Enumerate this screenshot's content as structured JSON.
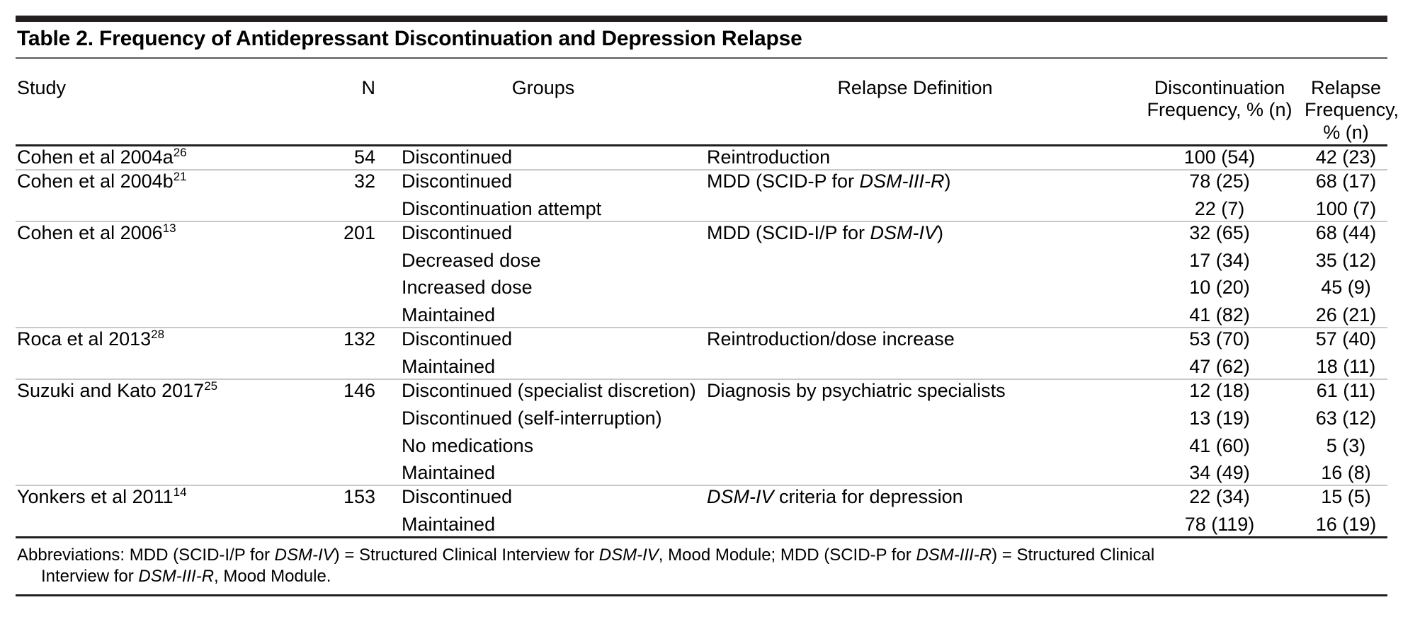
{
  "table": {
    "title": "Table 2. Frequency of Antidepressant Discontinuation and Depression Relapse",
    "columns": {
      "study": "Study",
      "n": "N",
      "groups": "Groups",
      "relapse_definition": "Relapse Definition",
      "discontinuation_frequency_line1": "Discontinuation",
      "discontinuation_frequency_line2": "Frequency, % (n)",
      "relapse_frequency_line1": "Relapse",
      "relapse_frequency_line2": "Frequency, % (n)"
    },
    "rows": [
      {
        "study": "Cohen et al 2004a",
        "study_ref": "26",
        "n": "54",
        "groups": [
          "Discontinued"
        ],
        "relapse_definition": "Reintroduction",
        "relapse_definition_italic": "",
        "relapse_definition_tail": "",
        "discontinuation_frequency": [
          "100 (54)"
        ],
        "relapse_frequency": [
          "42 (23)"
        ]
      },
      {
        "study": "Cohen et al 2004b",
        "study_ref": "21",
        "n": "32",
        "groups": [
          "Discontinued",
          "Discontinuation attempt"
        ],
        "relapse_definition": "MDD (SCID-P for ",
        "relapse_definition_italic": "DSM-III-R",
        "relapse_definition_tail": ")",
        "discontinuation_frequency": [
          "78 (25)",
          "22 (7)"
        ],
        "relapse_frequency": [
          "68 (17)",
          "100 (7)"
        ]
      },
      {
        "study": "Cohen et al 2006",
        "study_ref": "13",
        "n": "201",
        "groups": [
          "Discontinued",
          "Decreased dose",
          "Increased dose",
          "Maintained"
        ],
        "relapse_definition": "MDD (SCID-I/P for ",
        "relapse_definition_italic": "DSM-IV",
        "relapse_definition_tail": ")",
        "discontinuation_frequency": [
          "32 (65)",
          "17 (34)",
          "10 (20)",
          "41 (82)"
        ],
        "relapse_frequency": [
          "68 (44)",
          "35 (12)",
          "45 (9)",
          "26 (21)"
        ]
      },
      {
        "study": "Roca et al 2013",
        "study_ref": "28",
        "n": "132",
        "groups": [
          "Discontinued",
          "Maintained"
        ],
        "relapse_definition": "Reintroduction/dose increase",
        "relapse_definition_italic": "",
        "relapse_definition_tail": "",
        "discontinuation_frequency": [
          "53 (70)",
          "47 (62)"
        ],
        "relapse_frequency": [
          "57 (40)",
          "18 (11)"
        ]
      },
      {
        "study": "Suzuki and Kato 2017",
        "study_ref": "25",
        "n": "146",
        "groups": [
          "Discontinued (specialist discretion)",
          "Discontinued (self-interruption)",
          "No medications",
          "Maintained"
        ],
        "relapse_definition": "Diagnosis by psychiatric specialists",
        "relapse_definition_italic": "",
        "relapse_definition_tail": "",
        "discontinuation_frequency": [
          "12 (18)",
          "13 (19)",
          "41 (60)",
          "34 (49)"
        ],
        "relapse_frequency": [
          "61 (11)",
          "63 (12)",
          "5 (3)",
          "16 (8)"
        ]
      },
      {
        "study": "Yonkers et al 2011",
        "study_ref": "14",
        "n": "153",
        "groups": [
          "Discontinued",
          "Maintained"
        ],
        "relapse_definition": "",
        "relapse_definition_italic": "DSM-IV",
        "relapse_definition_tail": " criteria for depression",
        "discontinuation_frequency": [
          "22 (34)",
          "78 (119)"
        ],
        "relapse_frequency": [
          "15 (5)",
          "16 (19)"
        ]
      }
    ],
    "footnote": {
      "p1": "Abbreviations: MDD (SCID-I/P for ",
      "i1": "DSM-IV",
      "p2": ") = Structured Clinical Interview for ",
      "i2": "DSM-IV",
      "p3": ", Mood Module; MDD (SCID-P for ",
      "i3": "DSM-III-R",
      "p4": ") = Structured Clinical",
      "p5": "Interview for ",
      "i4": "DSM-III-R",
      "p6": ", Mood Module."
    }
  }
}
